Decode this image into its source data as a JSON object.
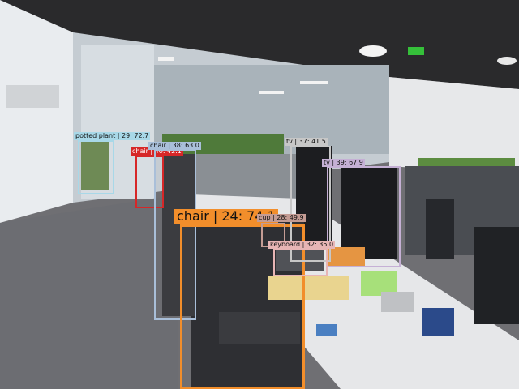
{
  "image": {
    "description_colors": {
      "potted_plant": "#a8d8e8",
      "chair_40": "#d62728",
      "chair_38": "#a9bfd9",
      "chair_24": "#f28e2b",
      "tv_37": "#c7c7c7",
      "tv_39": "#c5b0d5",
      "cup": "#c49c94",
      "keyboard": "#e7b5b5"
    }
  },
  "detections": [
    {
      "label": "potted plant | 29: 72.7",
      "color": "#a8d8e8",
      "size": "small"
    },
    {
      "label": "chair | 40: 42.1",
      "color": "#d62728",
      "size": "small"
    },
    {
      "label": "chair | 38: 63.0",
      "color": "#a9bfd9",
      "size": "small"
    },
    {
      "label": "chair | 24: 74.1",
      "color": "#f28e2b",
      "size": "large"
    },
    {
      "label": "tv | 37: 41.5",
      "color": "#c7c7c7",
      "size": "small"
    },
    {
      "label": "tv | 39: 67.9",
      "color": "#c5b0d5",
      "size": "small"
    },
    {
      "label": "cup | 28: 49.9",
      "color": "#c49c94",
      "size": "small"
    },
    {
      "label": "keyboard | 32: 35.0",
      "color": "#e7b5b5",
      "size": "small"
    }
  ]
}
